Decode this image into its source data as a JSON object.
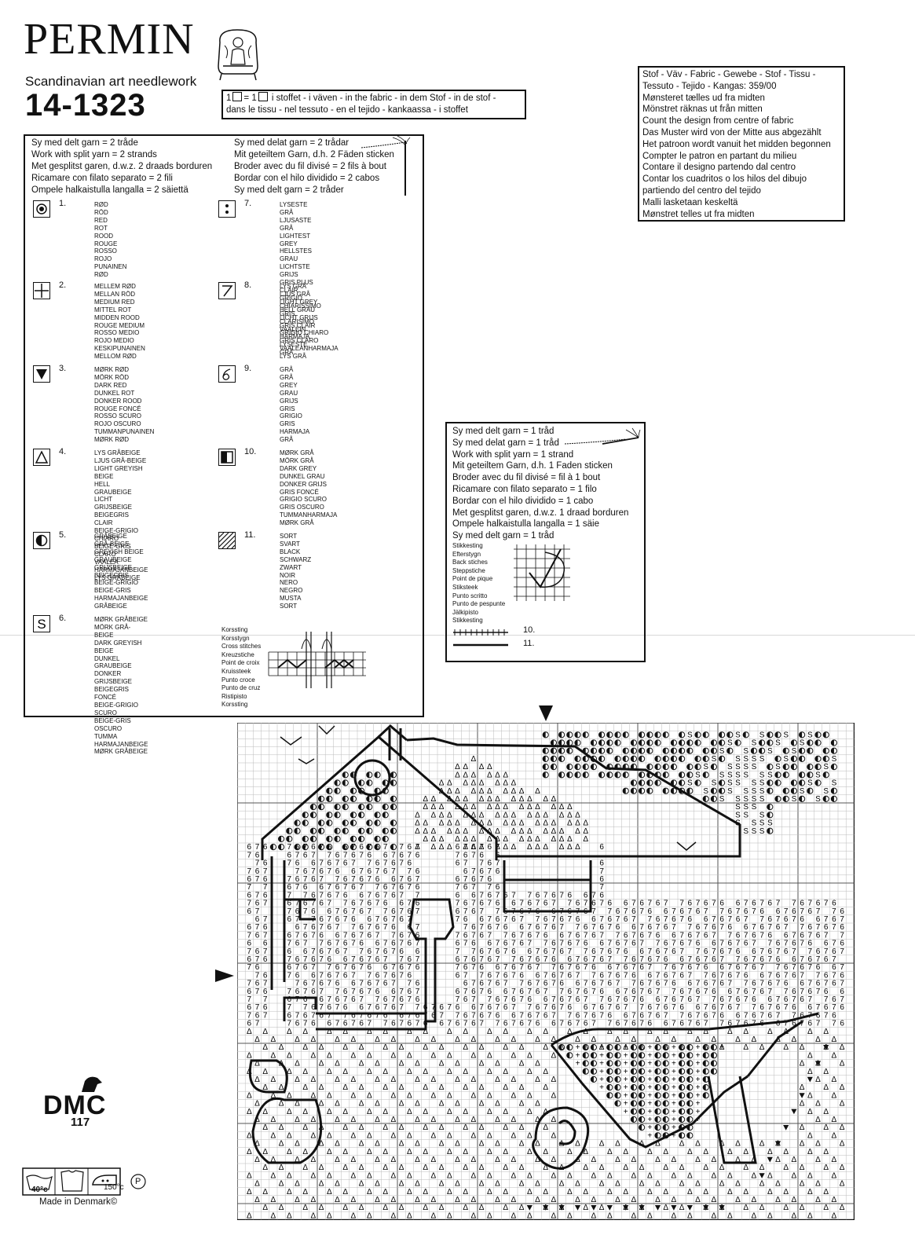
{
  "header": {
    "brand": "Permin",
    "subtitle": "Scandinavian art needlework",
    "code": "14-1323"
  },
  "count_note": {
    "line1": "i stoffet - i väven - in the fabric - in dem Stof - in de stof -",
    "line2": "dans le tissu - nel tessuto - en el tejido - kankaassa - i stoffet",
    "one_a": "1",
    "eq": "= 1"
  },
  "fabric": [
    "Stof - Väv - Fabric - Gewebe - Stof - Tissu -",
    "Tessuto - Tejido - Kangas: 359/00",
    "Mønsteret tælles ud fra midten",
    "Mönstret räknas ut från mitten",
    "Count the design from centre of fabric",
    "Das Muster wird von der Mitte aus abgezählt",
    "Het patroon wordt vanuit het midden begonnen",
    "Compter le patron en partant du milieu",
    "Contare il designo partendo dal centro",
    "Contar los cuadritos o los hilos del dibujo",
    "partiendo del centro del tejido",
    "Malli lasketaan keskeltä",
    "Mønstret telles ut fra midten"
  ],
  "yarn_two_left": [
    "Sy med delt garn = 2 tråde",
    "Work with split yarn = 2 strands",
    "Met gesplitst garen, d.w.z. 2 draads borduren",
    "Ricamare con filato separato = 2 fili",
    "Ompele halkaistulla langalla = 2 säiettä"
  ],
  "yarn_two_right": [
    "Sy med delat garn = 2 trådar",
    "Mit geteiltem Garn, d.h. 2 Fäden sticken",
    "Broder avec du fil divisé = 2 fils à bout",
    "Bordar con el hilo dividido = 2 cabos",
    "Sy med delt garn = 2 tråder"
  ],
  "colors": [
    {
      "n": "1.",
      "sym": "dot-circle",
      "names": [
        "RØD",
        "RÖD",
        "RED",
        "ROT",
        "ROOD",
        "ROUGE",
        "ROSSO",
        "ROJO",
        "PUNAINEN",
        "RØD"
      ]
    },
    {
      "n": "2.",
      "sym": "plus",
      "names": [
        "MELLEM RØD",
        "MELLAN RÖD",
        "MEDIUM RED",
        "MITTEL ROT",
        "MIDDEN ROOD",
        "ROUGE MEDIUM",
        "ROSSO MEDIO",
        "ROJO MEDIO",
        "KESKIPUNAINEN",
        "MELLOM RØD"
      ]
    },
    {
      "n": "3.",
      "sym": "triangle-down",
      "names": [
        "MØRK RØD",
        "MÖRK RÖD",
        "DARK RED",
        "DUNKEL ROT",
        "DONKER ROOD",
        "ROUGE FONCÉ",
        "ROSSO SCURO",
        "ROJO OSCURO",
        "TUMMANPUNAINEN",
        "MØRK RØD"
      ]
    },
    {
      "n": "4.",
      "sym": "triangle",
      "names": [
        "LYS GRÅBEIGE",
        "LJUS GRÅ-BEIGE",
        "LIGHT GREYISH BEIGE",
        "HELL GRAUBEIGE",
        "LICHT GRIJSBEIGE",
        "BEIGEGRIS CLAIR",
        "BEIGE-GRIGIO CHIARO",
        "BEIGE-GRIS CLARO",
        "VAALEA HARMAJANBEIGE",
        "LYS GRÅBEIGE"
      ]
    },
    {
      "n": "5.",
      "sym": "half-circle",
      "names": [
        "GRÅBEIGE",
        "GRÅ-BEIGE",
        "GREYISH BEIGE",
        "GRAUBEIGE",
        "GRIJSBEIGE",
        "BEIGEGRIS",
        "BEIGE-GRIGIO",
        "BEIGE-GRIS",
        "HARMAJANBEIGE",
        "GRÅBEIGE"
      ]
    },
    {
      "n": "6.",
      "sym": "S",
      "names": [
        "MØRK GRÅBEIGE",
        "MÖRK GRÅ-BEIGE",
        "DARK GREYISH BEIGE",
        "DUNKEL GRAUBEIGE",
        "DONKER GRIJSBEIGE",
        "BEIGEGRIS FONCÉ",
        "BEIGE-GRIGIO SCURO",
        "BEIGE-GRIS OSCURO",
        "TUMMA HARMAJANBEIGE",
        "MØRK GRÅBEIGE"
      ]
    },
    {
      "n": "7.",
      "sym": "colon",
      "names": [
        "LYSESTE GRÅ",
        "LJUSASTE GRÅ",
        "LIGHTEST GREY",
        "HELLSTES GRAU",
        "LICHTSTE GRIJS",
        "GRIS PLUS CLAIR",
        "GRIGIO CHIARISSIMO",
        "GRIS CLARISIMO",
        "VAALEIN HARMAJA",
        "LYSESTE GRÅ"
      ]
    },
    {
      "n": "8.",
      "sym": "seven",
      "names": [
        "LYS GRÅ",
        "LJUS GRÅ",
        "LIGHT GREY",
        "HELL GRAU",
        "LICHT GRIJS",
        "GRIS CLAIR",
        "GRIGIO CHIARO",
        "GRIS CLARO",
        "VAALEANHARMAJA",
        "LYS GRÅ"
      ]
    },
    {
      "n": "9.",
      "sym": "six",
      "names": [
        "GRÅ",
        "GRÅ",
        "GREY",
        "GRAU",
        "GRIJS",
        "GRIS",
        "GRIGIO",
        "GRIS",
        "HARMAJA",
        "GRÅ"
      ]
    },
    {
      "n": "10.",
      "sym": "half-square",
      "names": [
        "MØRK GRÅ",
        "MÖRK GRÅ",
        "DARK GREY",
        "DUNKEL GRAU",
        "DONKER GRIJS",
        "GRIS FONCÉ",
        "GRIGIO SCURO",
        "GRIS OSCURO",
        "TUMMANHARMAJA",
        "MØRK GRÅ"
      ]
    },
    {
      "n": "11.",
      "sym": "hatch",
      "names": [
        "SORT",
        "SVART",
        "BLACK",
        "SCHWARZ",
        "ZWART",
        "NOIR",
        "NERO",
        "NEGRO",
        "MUSTA",
        "SORT"
      ]
    }
  ],
  "cross_stitch_names": [
    "Korssting",
    "Korsstygn",
    "Cross stitches",
    "Kreuzstiche",
    "Point de croix",
    "Kruissteek",
    "Punto croce",
    "Punto de cruz",
    "Ristipisto",
    "Korssting"
  ],
  "backstitch": {
    "yarn": [
      "Sy med delt garn = 1 tråd",
      "Sy med delat garn = 1 tråd",
      "Work with split yarn = 1 strand",
      "Mit geteiltem Garn, d.h. 1 Faden sticken",
      "Broder avec du fil divisé = fil à 1 bout",
      "Ricamare con filato separato = 1 filo",
      "Bordar con el hilo dividido = 1 cabo",
      "Met gesplitst garen, d.w.z. 1 draad borduren",
      "Ompele halkaistulla langalla = 1 säie",
      "Sy med delt garn = 1 tråd"
    ],
    "names": [
      "Stikkesting",
      "Efterstygn",
      "Back stiches",
      "Steppstiche",
      "Point de pique",
      "Stiksteek",
      "Punto scritto",
      "Punto de pespunte",
      "Jälkipisto",
      "Stikkesting"
    ],
    "line10": "10.",
    "line11": "11."
  },
  "footer": {
    "dmc": "DMC",
    "dmc_number": "117",
    "wash": "40°c",
    "iron": "150°c",
    "p": "P",
    "made": "Made in Denmark©"
  }
}
